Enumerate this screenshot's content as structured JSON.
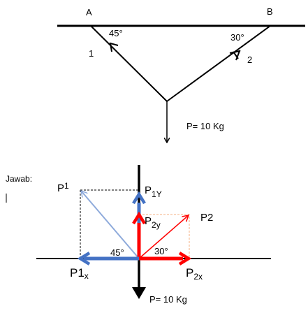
{
  "top": {
    "point_a": "A",
    "point_b": "B",
    "angle_a": "45°",
    "angle_b": "30°",
    "member_1": "1",
    "member_2": "2",
    "load": "P= 10 Kg"
  },
  "answer": {
    "label": "Jawab:",
    "p1": "P",
    "p1_sub": "1",
    "p2": "P2",
    "p1y": "P",
    "p1y_sub": "1Y",
    "p2y": "P",
    "p2y_sub": "2y",
    "p1x": "P1",
    "p1x_sub": "x",
    "p2x": "P",
    "p2x_sub": "2x",
    "angle_45": "45°",
    "angle_30": "30°",
    "load": "P= 10 Kg"
  },
  "colors": {
    "red": "#ff0000",
    "blue": "#4472c4",
    "light_blue": "#8eaadb",
    "orange_dash": "#f4b183"
  }
}
